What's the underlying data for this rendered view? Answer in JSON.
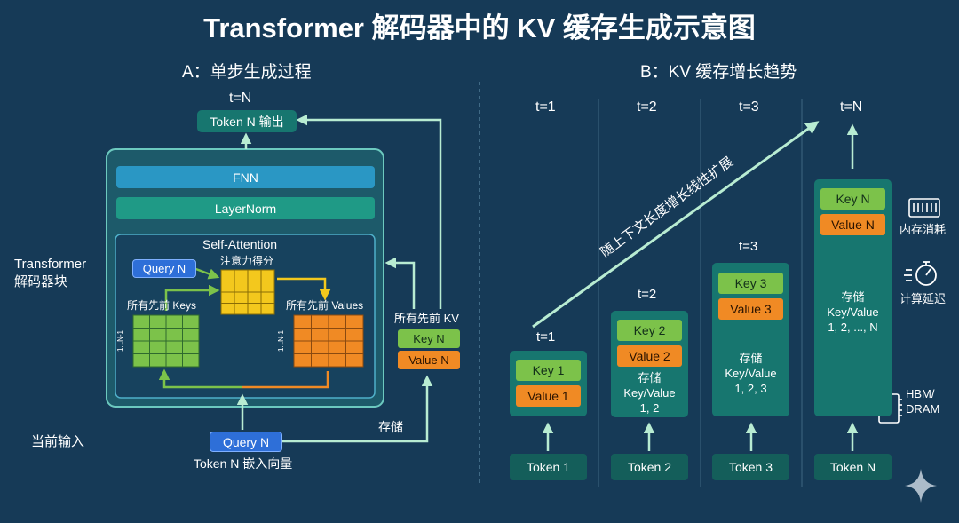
{
  "title": "Transformer 解码器中的 KV 缓存生成示意图",
  "panel_a": {
    "title": "A：单步生成过程",
    "t_label": "t=N",
    "output_label": "Token N 输出",
    "block_label": "Transformer 解码器块",
    "fnn_label": "FNN",
    "layernorm_label": "LayerNorm",
    "self_attention_label": "Self-Attention",
    "query_label": "Query N",
    "attention_scores_label": "注意力得分",
    "prev_keys_label": "所有先前 Keys",
    "prev_values_label": "所有先前 Values",
    "range_label": "1...N-1",
    "kv_label": "所有先前 KV",
    "key_n_label": "Key N",
    "value_n_label": "Value N",
    "current_input_label": "当前输入",
    "input_query_label": "Query N",
    "embedding_label": "Token N 嵌入向量",
    "store_label": "存储"
  },
  "panel_b": {
    "title": "B：KV 缓存增长趋势",
    "trend_label": "随上下文长度增长线性扩展",
    "columns": [
      {
        "top_t": "t=1",
        "t": "t=1",
        "key": "Key 1",
        "value": "Value 1",
        "store_label": "",
        "store_detail": "",
        "token": "Token 1"
      },
      {
        "top_t": "t=2",
        "t": "t=2",
        "key": "Key 2",
        "value": "Value 2",
        "store_label": "存储",
        "store_detail": "Key/Value",
        "store_range": "1, 2",
        "token": "Token 2"
      },
      {
        "top_t": "t=3",
        "t": "t=3",
        "key": "Key 3",
        "value": "Value 3",
        "store_label": "存储",
        "store_detail": "Key/Value",
        "store_range": "1, 2, 3",
        "token": "Token 3"
      },
      {
        "top_t": "t=N",
        "t": "",
        "key": "Key N",
        "value": "Value N",
        "store_label": "存储",
        "store_detail": "Key/Value",
        "store_range": "1, 2, ..., N",
        "token": "Token N"
      }
    ],
    "legend": {
      "memory": "内存消耗",
      "latency": "计算延迟",
      "hbm": "HBM/",
      "dram": "DRAM"
    }
  },
  "colors": {
    "background": "#163a57",
    "teal": "#17766f",
    "teal_dark": "#145e5a",
    "blue_bar": "#2a97c4",
    "green_box": "#7cc24a",
    "orange_box": "#f08a24",
    "yellow_grid": "#f3c81d",
    "query_blue": "#2e6fd8",
    "arrow": "#b8ecd2"
  }
}
